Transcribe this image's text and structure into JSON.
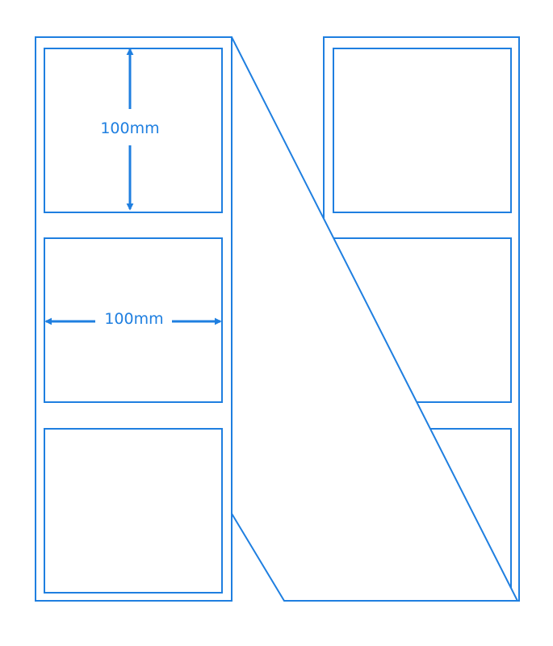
{
  "diagram": {
    "title": "",
    "colors": {
      "stroke": "#1f7fe0",
      "background": "#ffffff",
      "label": "#1f7fe0"
    },
    "dimensions": {
      "height_label": "100mm",
      "width_label": "100mm"
    },
    "rolls": [
      {
        "name": "label-roll-left",
        "labels": 3
      },
      {
        "name": "label-roll-right",
        "labels": 3
      }
    ]
  }
}
